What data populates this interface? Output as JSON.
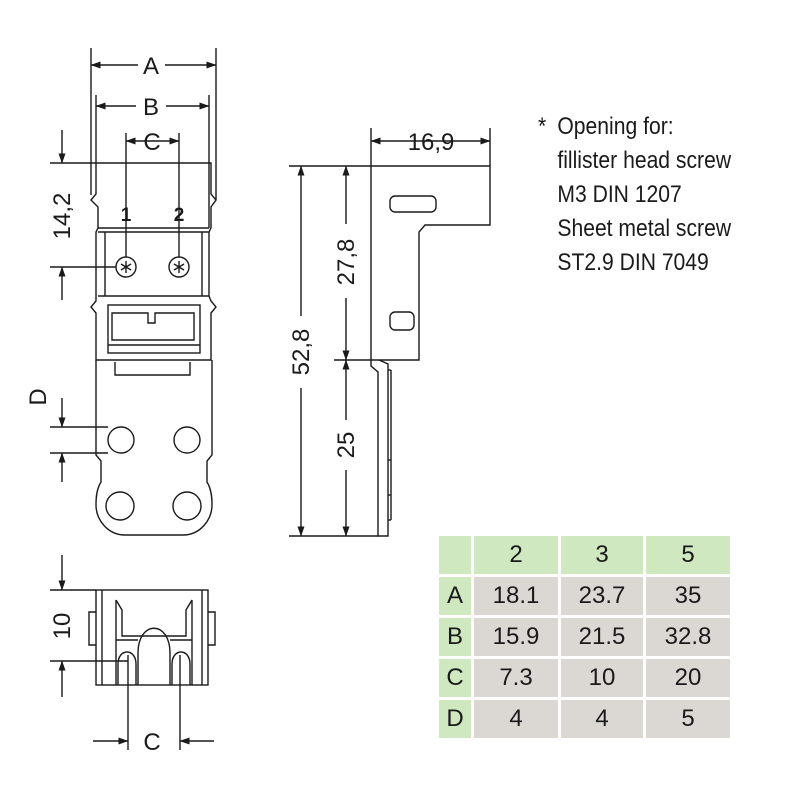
{
  "dimensions": {
    "A": "A",
    "B": "B",
    "C_top": "C",
    "h_14_2": "14,2",
    "D": "D",
    "h_10": "10",
    "C_bottom": "C",
    "w_16_9": "16,9",
    "h_27_8": "27,8",
    "h_52_8": "52,8",
    "h_25": "25"
  },
  "pins": {
    "p1": "1",
    "p2": "2"
  },
  "note": {
    "asterisk": "*",
    "lines": [
      "Opening for:",
      "fillister head screw",
      "M3 DIN 1207",
      "Sheet metal screw",
      "ST2.9 DIN 7049"
    ]
  },
  "table": {
    "columns": [
      "2",
      "3",
      "5"
    ],
    "rows": [
      {
        "label": "A",
        "values": [
          "18.1",
          "23.7",
          "35"
        ]
      },
      {
        "label": "B",
        "values": [
          "15.9",
          "21.5",
          "32.8"
        ]
      },
      {
        "label": "C",
        "values": [
          "7.3",
          "10",
          "20"
        ]
      },
      {
        "label": "D",
        "values": [
          "4",
          "4",
          "5"
        ]
      }
    ]
  },
  "colors": {
    "header_green": "#cfe8c0",
    "cell_gray": "#dbd8d4",
    "line": "#1a1a1a"
  }
}
